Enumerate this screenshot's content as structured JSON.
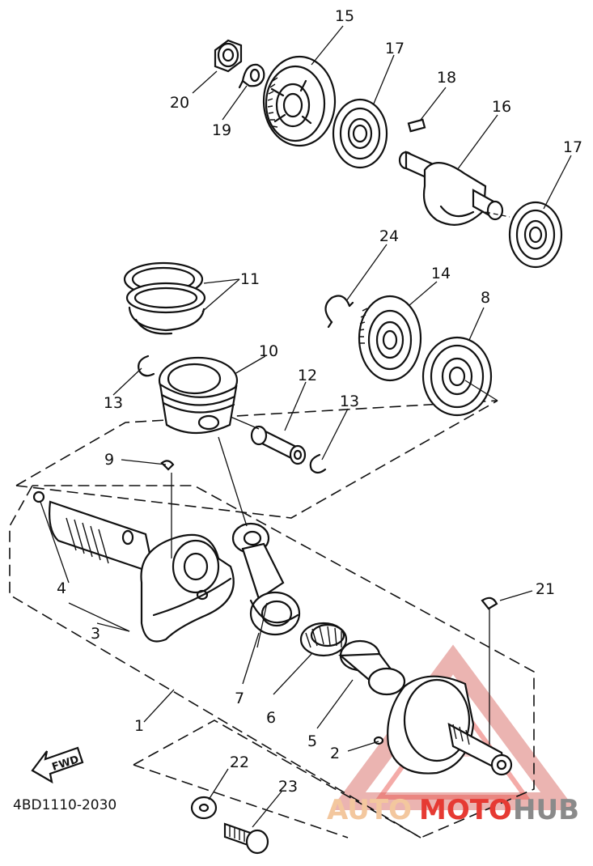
{
  "diagram": {
    "part_code": "4BD1110-2030",
    "direction_label": "FWD",
    "watermark": {
      "part1": "AUTO",
      "part2": "MOTO",
      "part3": "HUB"
    },
    "callouts": [
      "15",
      "17",
      "18",
      "16",
      "17",
      "20",
      "19",
      "24",
      "14",
      "8",
      "11",
      "10",
      "12",
      "13",
      "13",
      "9",
      "4",
      "3",
      "7",
      "6",
      "5",
      "2",
      "21",
      "1",
      "22",
      "23"
    ],
    "colors": {
      "ink": "#111111",
      "watermark_red": "#e63a33",
      "watermark_orange": "#f3c79e",
      "watermark_gray": "#8a8a8a"
    }
  }
}
